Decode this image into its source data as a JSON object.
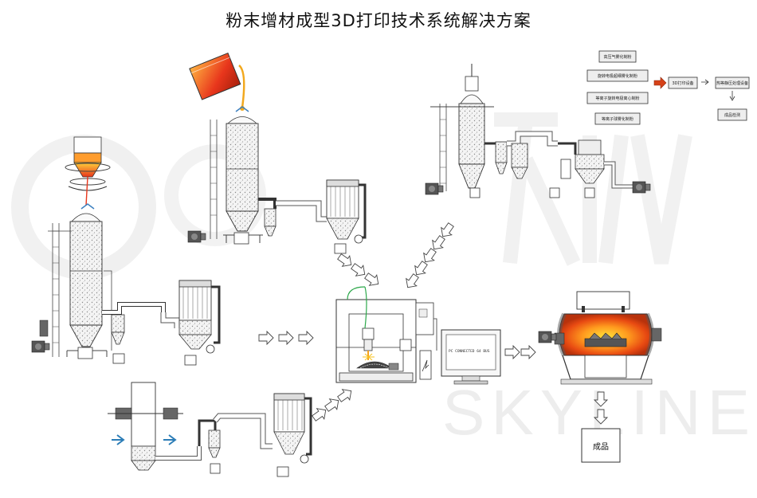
{
  "title": "粉末增材成型3D打印技术系统解决方案",
  "watermark": "SKYLINE",
  "flow_boxes": {
    "source1": "高压气雾化制粉",
    "source2": "旋转电极超细雾化制粉",
    "source3": "等离子旋转电极离心制粉",
    "source4": "等离子球雾化制粉",
    "printer": "3D打印设备",
    "heat_treat": "热等静压处理设备",
    "finished": "成品检测"
  },
  "monitor_text": "PC CONNECTED 64 BUS",
  "product_label": "成品",
  "colors": {
    "molten": "#e8361c",
    "glow": "#ffd23a",
    "flow_arrow": "#d64218",
    "line": "#333333",
    "watermark": "#ececec"
  }
}
